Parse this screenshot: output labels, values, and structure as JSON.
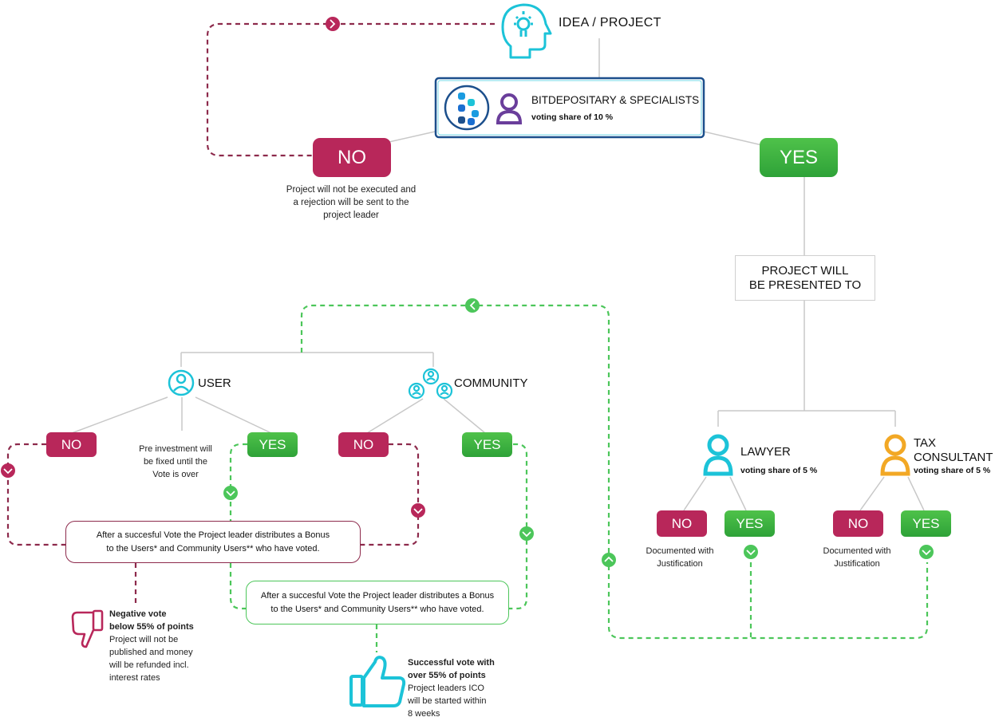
{
  "colors": {
    "no": "#b8275a",
    "yes": "#3bb143",
    "cyan": "#1cc3d8",
    "purple": "#6a3e9b",
    "orange": "#f2a825",
    "navy": "#1c4f8c",
    "grey_line": "#c8c8c8",
    "dash_red": "#8d2a4c",
    "dash_green": "#4cc65a"
  },
  "top": {
    "idea_label": "IDEA / PROJECT",
    "bitdepositary_label": "BITDEPOSITARY & SPECIALISTS",
    "bitdepositary_share": "voting share of 10 %",
    "no_label": "NO",
    "yes_label": "YES",
    "no_note": [
      "Project will not be executed and",
      "a rejection will be sent to the",
      "project leader"
    ],
    "presented_to": [
      "PROJECT WILL",
      "BE PRESENTED TO"
    ]
  },
  "specialists": {
    "lawyer": {
      "label": "LAWYER",
      "share": "voting share of 5 %",
      "no": "NO",
      "yes": "YES",
      "note": [
        "Documented with",
        "Justification"
      ]
    },
    "tax": {
      "label": [
        "TAX",
        "CONSULTANT"
      ],
      "share": "voting share of 5 %",
      "no": "NO",
      "yes": "YES",
      "note": [
        "Documented with",
        "Justification"
      ]
    }
  },
  "users": {
    "user_label": "USER",
    "community_label": "COMMUNITY",
    "user_no": "NO",
    "user_yes": "YES",
    "community_no": "NO",
    "community_yes": "YES",
    "pre_investment": [
      "Pre investment will",
      "be fixed until the",
      "Vote is over"
    ],
    "bonus_red": [
      "After a succesful Vote the Project leader distributes a Bonus",
      "to the Users* and Community Users** who have voted."
    ],
    "bonus_green": [
      "After a succesful Vote the Project leader distributes a Bonus",
      "to the Users* and Community Users** who have voted."
    ]
  },
  "outcomes": {
    "negative_title": [
      "Negative vote",
      "below 55% of points"
    ],
    "negative_text": [
      "Project will not be",
      "published and money",
      "will be refunded incl.",
      "interest rates"
    ],
    "positive_title": [
      "Successful vote with",
      "over 55% of points"
    ],
    "positive_text": [
      "Project leaders ICO",
      "will be started within",
      "8 weeks"
    ]
  },
  "icons": {
    "idea": "head-lightbulb-icon",
    "logo": "bitdepositary-logo-icon",
    "specialist": "person-icon",
    "user": "user-circle-icon",
    "community": "community-group-icon",
    "lawyer": "person-icon",
    "tax": "person-icon",
    "thumbs_down": "thumbs-down-icon",
    "thumbs_up": "thumbs-up-icon",
    "chevron_right": "chevron-right-icon",
    "chevron_left": "chevron-left-icon",
    "chevron_down": "chevron-down-icon",
    "chevron_up": "chevron-up-icon"
  }
}
